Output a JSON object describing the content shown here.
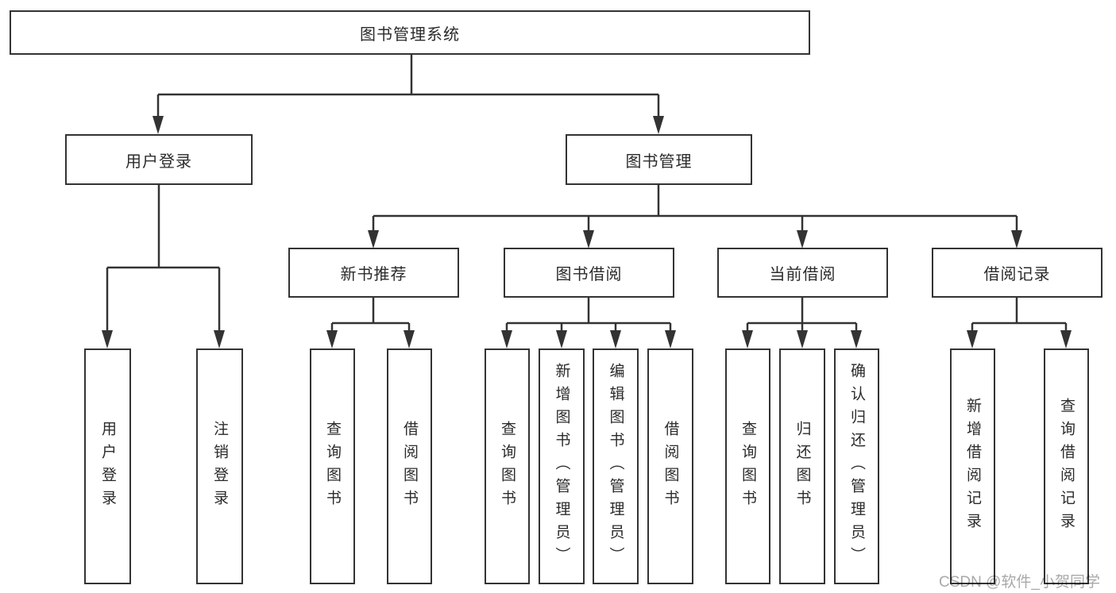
{
  "diagram": {
    "root": "图书管理系统",
    "level2": {
      "user_login": "用户登录",
      "book_management": "图书管理"
    },
    "level3": {
      "new_book_recommendation": "新书推荐",
      "book_borrowing": "图书借阅",
      "current_borrowing": "当前借阅",
      "borrowing_records": "借阅记录"
    },
    "leaves": {
      "user_login": "用户登录",
      "logout": "注销登录",
      "recommend_query_books": "查询图书",
      "recommend_borrow_books": "借阅图书",
      "borrow_query_books": "查询图书",
      "borrow_add_books": "新增图书（管理员）",
      "borrow_edit_books": "编辑图书（管理员）",
      "borrow_borrow_books": "借阅图书",
      "current_query_books": "查询图书",
      "current_return_books": "归还图书",
      "current_confirm_return": "确认归还（管理员）",
      "records_add_record": "新增借阅记录",
      "records_query_record": "查询借阅记录"
    }
  },
  "watermark": "CSDN @软件_小贺同学",
  "colors": {
    "line": "#333333",
    "box_border": "#333333",
    "text": "#2b2b2b",
    "watermark_text": "#a9a9a9",
    "background": "#ffffff"
  }
}
